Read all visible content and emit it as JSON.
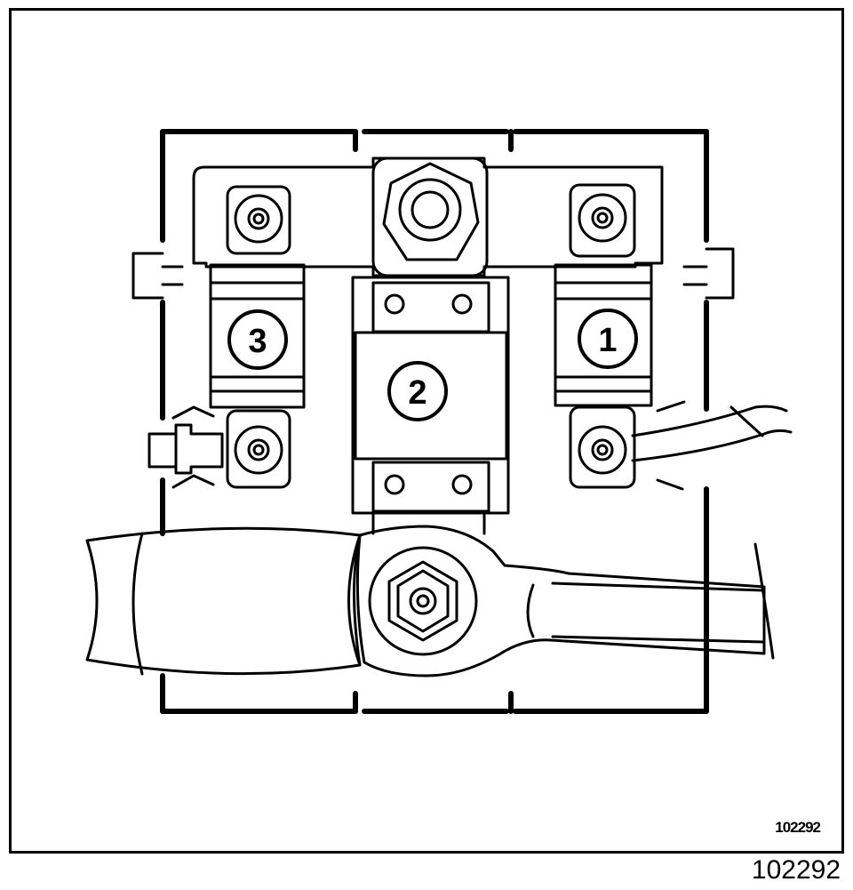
{
  "figure": {
    "reference_inner": "102292",
    "reference_outer": "102292"
  },
  "callouts": [
    {
      "id": "fuse-3",
      "label": "3"
    },
    {
      "id": "fuse-2",
      "label": "2"
    },
    {
      "id": "fuse-1",
      "label": "1"
    }
  ]
}
